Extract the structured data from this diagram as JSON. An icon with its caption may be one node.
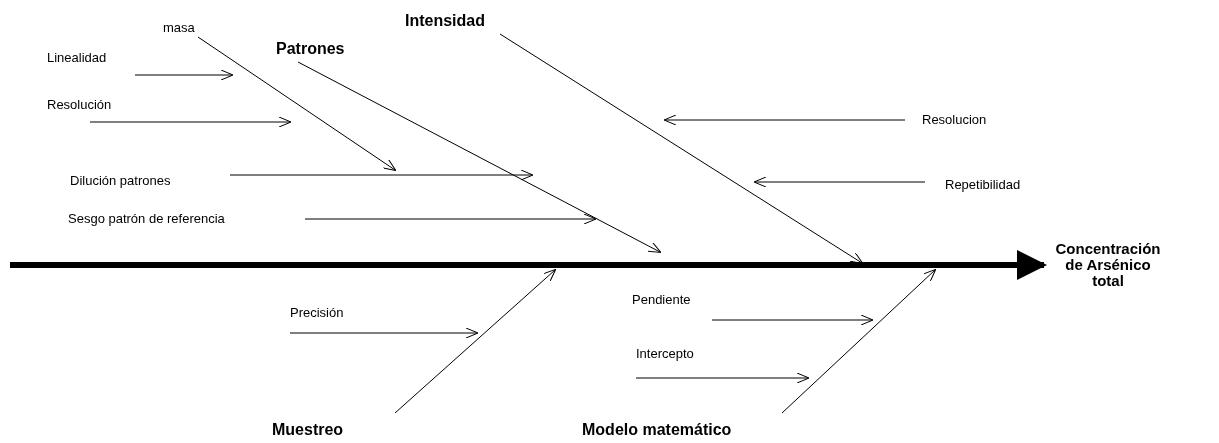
{
  "diagram": {
    "nodes": [
      {
        "text": [
          "masa"
        ]
      },
      {
        "text": [
          "Linealidad"
        ]
      },
      {
        "text": [
          "Resolución"
        ]
      },
      {
        "text": [
          "Patrones"
        ]
      },
      {
        "text": [
          "Dilución patrones"
        ]
      },
      {
        "text": [
          "Sesgo patrón de referencia"
        ]
      },
      {
        "text": [
          "Intensidad"
        ]
      },
      {
        "text": [
          "Resolucion"
        ]
      },
      {
        "text": [
          "Repetibilidad"
        ]
      },
      {
        "text": [
          "Concentración de Arsénico total"
        ]
      },
      {
        "text": [
          "Precisión"
        ]
      },
      {
        "text": [
          "Muestreo"
        ]
      },
      {
        "text": [
          "Pendiente"
        ]
      },
      {
        "text": [
          "Intercepto"
        ]
      },
      {
        "text": [
          "Modelo matemático"
        ]
      }
    ],
    "edges": [
      {
        "from": null,
        "to": 9,
        "arrow": "to",
        "style": "thick"
      },
      {
        "from": 3,
        "to": null,
        "arrow": "to"
      },
      {
        "from": 6,
        "to": null,
        "arrow": "to"
      },
      {
        "from": 11,
        "to": null,
        "arrow": "to"
      },
      {
        "from": 14,
        "to": null,
        "arrow": "to"
      },
      {
        "from": 0,
        "to": null,
        "arrow": "to"
      },
      {
        "from": 1,
        "to": null,
        "arrow": "to"
      },
      {
        "from": 2,
        "to": null,
        "arrow": "to"
      },
      {
        "from": 4,
        "to": null,
        "arrow": "to"
      },
      {
        "from": 5,
        "to": null,
        "arrow": "to"
      },
      {
        "from": 7,
        "to": null,
        "arrow": "to"
      },
      {
        "from": 8,
        "to": null,
        "arrow": "to"
      },
      {
        "from": 10,
        "to": null,
        "arrow": "to"
      },
      {
        "from": 12,
        "to": null,
        "arrow": "to"
      },
      {
        "from": 13,
        "to": null,
        "arrow": "to"
      }
    ]
  }
}
